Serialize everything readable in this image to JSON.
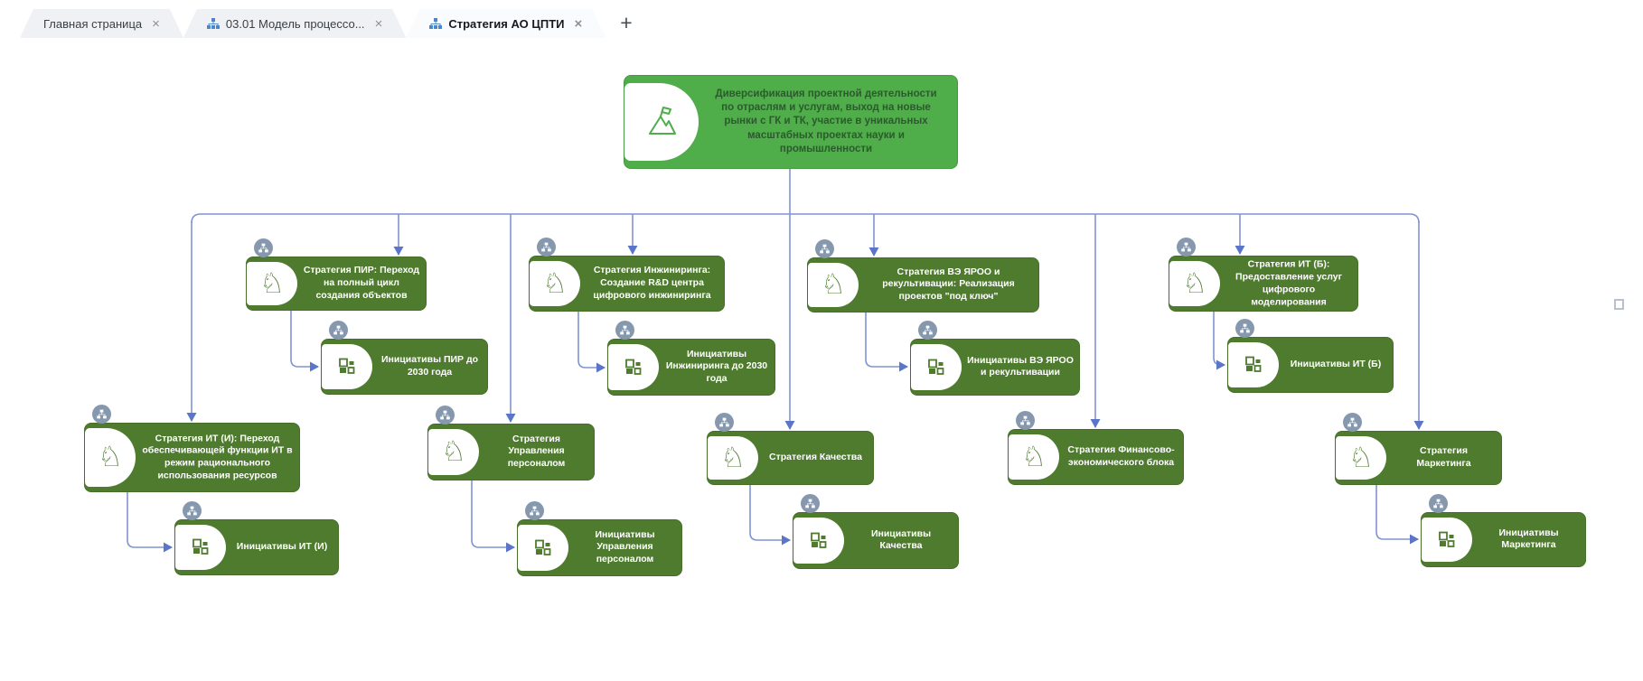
{
  "tab_bar": {
    "tabs": [
      {
        "label": "Главная страница",
        "close": "×",
        "has_diagram_icon": false,
        "active": false
      },
      {
        "label": "03.01 Модель процессо...",
        "close": "×",
        "has_diagram_icon": true,
        "active": false
      },
      {
        "label": "Стратегия АО ЦПТИ",
        "close": "×",
        "has_diagram_icon": true,
        "active": true
      }
    ],
    "new_tab_label": "+"
  },
  "colors": {
    "goal_green": "#4fad4a",
    "node_green": "#4e7b2e",
    "connector_blue": "#8094d4",
    "arrow_blue": "#5b76c8",
    "badge_gray": "#8598ad",
    "tab_icon_blue": "#4a86c8"
  },
  "diagram": {
    "title": "Стратегия АО ЦПТИ",
    "nodes": [
      {
        "id": "goal",
        "type": "goal",
        "icon": "mountain-flag-icon",
        "has_subdiagram_badge": false,
        "text": "Диверсификация проектной деятельности по отраслям и услугам, выход на новые рынки с ГК и ТК, участие в уникальных масштабных проектах науки и промышленности"
      },
      {
        "id": "s-pir",
        "type": "strategy",
        "icon": "chess-knight-icon",
        "has_subdiagram_badge": true,
        "text": "Стратегия ПИР: Переход на полный цикл создания объектов"
      },
      {
        "id": "s-engineering",
        "type": "strategy",
        "icon": "chess-knight-icon",
        "has_subdiagram_badge": true,
        "text": "Стратегия Инжиниринга: Создание R&D центра цифрового инжиниринга"
      },
      {
        "id": "s-ve-yaroo",
        "type": "strategy",
        "icon": "chess-knight-icon",
        "has_subdiagram_badge": true,
        "text": "Стратегия ВЭ ЯРОО и рекультивации: Реализация проектов \"под ключ\""
      },
      {
        "id": "s-it-b",
        "type": "strategy",
        "icon": "chess-knight-icon",
        "has_subdiagram_badge": true,
        "text": "Стратегия ИТ (Б): Предоставление услуг цифрового моделирования"
      },
      {
        "id": "i-pir",
        "type": "initiative",
        "icon": "initiative-blocks-icon",
        "has_subdiagram_badge": true,
        "text": "Инициативы ПИР до 2030 года"
      },
      {
        "id": "i-engineering",
        "type": "initiative",
        "icon": "initiative-blocks-icon",
        "has_subdiagram_badge": true,
        "text": "Инициативы Инжиниринга до 2030 года"
      },
      {
        "id": "i-ve-yaroo",
        "type": "initiative",
        "icon": "initiative-blocks-icon",
        "has_subdiagram_badge": true,
        "text": "Инициативы ВЭ ЯРОО и рекультивации"
      },
      {
        "id": "i-it-b",
        "type": "initiative",
        "icon": "initiative-blocks-icon",
        "has_subdiagram_badge": true,
        "text": "Инициативы ИТ (Б)"
      },
      {
        "id": "s-it-i",
        "type": "strategy",
        "icon": "chess-knight-icon",
        "has_subdiagram_badge": true,
        "text": "Стратегия ИТ (И): Переход обеспечивающей функции ИТ в режим рационального использования ресурсов"
      },
      {
        "id": "s-hr",
        "type": "strategy",
        "icon": "chess-knight-icon",
        "has_subdiagram_badge": true,
        "text": "Стратегия Управления персоналом"
      },
      {
        "id": "s-quality",
        "type": "strategy",
        "icon": "chess-knight-icon",
        "has_subdiagram_badge": true,
        "text": "Стратегия Качества"
      },
      {
        "id": "s-finance",
        "type": "strategy",
        "icon": "chess-knight-icon",
        "has_subdiagram_badge": true,
        "text": "Стратегия Финансово-экономического блока"
      },
      {
        "id": "s-marketing",
        "type": "strategy",
        "icon": "chess-knight-icon",
        "has_subdiagram_badge": true,
        "text": "Стратегия Маркетинга"
      },
      {
        "id": "i-it-i",
        "type": "initiative",
        "icon": "initiative-blocks-icon",
        "has_subdiagram_badge": true,
        "text": "Инициативы ИТ (И)"
      },
      {
        "id": "i-hr",
        "type": "initiative",
        "icon": "initiative-blocks-icon",
        "has_subdiagram_badge": true,
        "text": "Инициативы Управления персоналом"
      },
      {
        "id": "i-quality",
        "type": "initiative",
        "icon": "initiative-blocks-icon",
        "has_subdiagram_badge": true,
        "text": "Инициативы Качества"
      },
      {
        "id": "i-marketing",
        "type": "initiative",
        "icon": "initiative-blocks-icon",
        "has_subdiagram_badge": true,
        "text": "Инициативы Маркетинга"
      }
    ]
  }
}
